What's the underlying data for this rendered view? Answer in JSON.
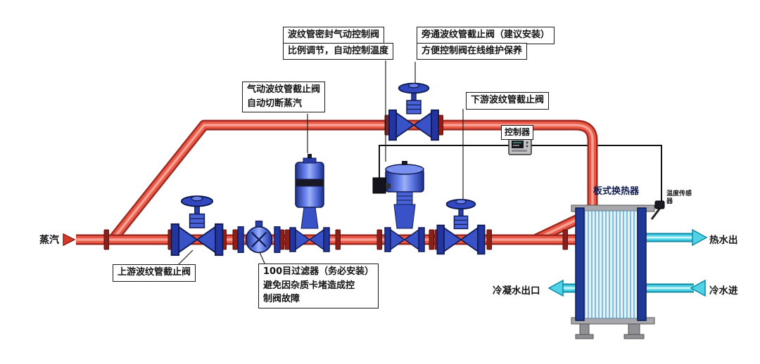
{
  "labels": {
    "steam": "蒸汽",
    "hot_water_out": "热水出",
    "cold_water_in": "冷水进",
    "condensate_out": "冷凝水出口",
    "heat_exchanger": "板式换热器",
    "temp_sensor": "温度传感器",
    "controller": "控制器"
  },
  "callouts": {
    "control_valve": [
      "波纹管密封气动控制阀",
      "比例调节，自动控制温度"
    ],
    "bypass_valve": [
      "旁通波纹管截止阀（建议安装）",
      "方便控制阀在线维护保养"
    ],
    "pneumatic_valve": [
      "气动波纹管截止阀",
      "自动切断蒸汽"
    ],
    "downstream_valve": [
      "下游波纹管截止阀"
    ],
    "upstream_valve": [
      "上游波纹管截止阀"
    ],
    "strainer": [
      "100目过滤器（务必安装）",
      "避免因杂质卡堵造成控",
      "制阀故障"
    ]
  },
  "colors": {
    "steam_pipe": "#ea5948",
    "water_pipe": "#4fd2e6",
    "valve_body": "#3a52c8",
    "wire": "#111111"
  }
}
